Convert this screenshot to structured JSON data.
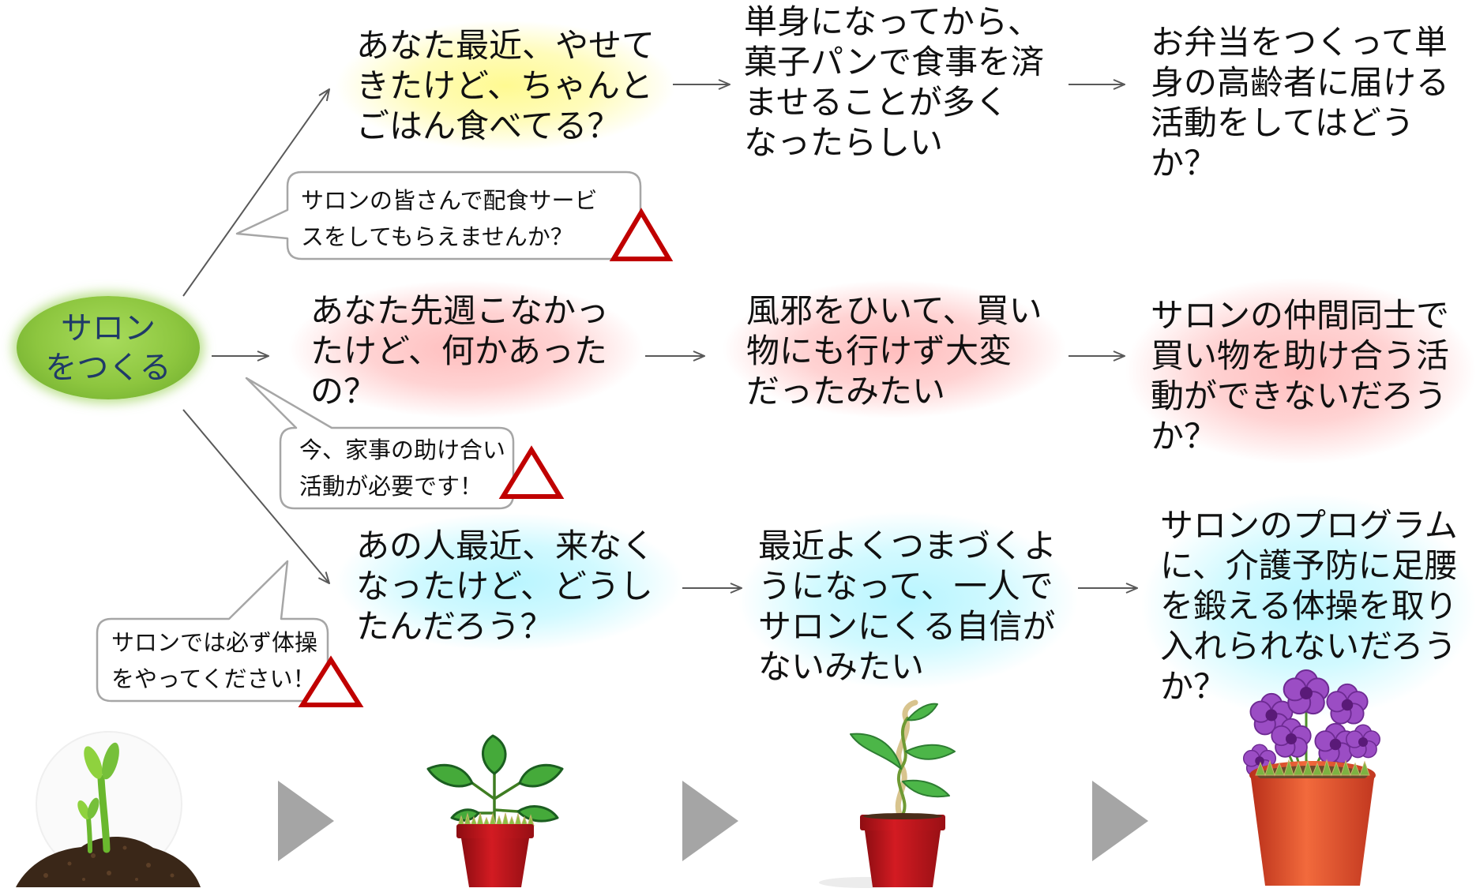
{
  "start_node": {
    "lines": [
      "サロン",
      "をつくる"
    ]
  },
  "rows": [
    {
      "question": {
        "lines": [
          "あなた最近、やせて",
          "きたけど、ちゃんと",
          "ごはん食べてる？"
        ]
      },
      "situation": {
        "lines": [
          "単身になってから、",
          "菓子パンで食事を済",
          "ませることが多く",
          "なったらしい"
        ]
      },
      "idea": {
        "lines": [
          "お弁当をつくって単",
          "身の高齢者に届ける",
          "活動をしてはどう",
          "か？"
        ]
      }
    },
    {
      "question": {
        "lines": [
          "あなた先週こなかっ",
          "たけど、何かあった",
          "の？"
        ]
      },
      "situation": {
        "lines": [
          "風邪をひいて、買い",
          "物にも行けず大変",
          "だったみたい"
        ]
      },
      "idea": {
        "lines": [
          "サロンの仲間同士で",
          "買い物を助け合う活",
          "動ができないだろう",
          "か？"
        ]
      }
    },
    {
      "question": {
        "lines": [
          "あの人最近、来なく",
          "なったけど、どうし",
          "たんだろう？"
        ]
      },
      "situation": {
        "lines": [
          "最近よくつまづくよ",
          "うになって、一人で",
          "サロンにくる自信が",
          "ないみたい"
        ]
      },
      "idea": {
        "lines": [
          "サロンのプログラム",
          "に、介護予防に足腰",
          "を鍛える体操を取り",
          "入れられないだろう",
          "か？"
        ]
      }
    }
  ],
  "callouts": [
    {
      "lines": [
        "サロンの皆さんで配食サービ",
        "スをしてもらえませんか？"
      ],
      "icon": "warning-triangle-icon"
    },
    {
      "lines": [
        "今、家事の助け合い",
        "活動が必要です！"
      ],
      "icon": "warning-triangle-icon"
    },
    {
      "lines": [
        "サロンでは必ず体操",
        "をやってください！"
      ],
      "icon": "warning-triangle-icon"
    }
  ],
  "growth_stages": [
    {
      "icon": "sprout-icon"
    },
    {
      "icon": "young-potted-plant-icon"
    },
    {
      "icon": "climbing-potted-plant-icon"
    },
    {
      "icon": "flowering-potted-plant-icon"
    }
  ],
  "stage_arrow_icon": "play-triangle-icon",
  "colors": {
    "start_node_fill": "#8dc63f",
    "start_node_text": "#1f3a68",
    "arrow": "#595959",
    "highlight_yellow": "#fffa8c",
    "highlight_pink": "#ffbaba",
    "highlight_cyan": "#b4f4ff",
    "warning_red": "#c00000",
    "callout_border": "#a6a6a6",
    "stage_arrow": "#a5a5a5"
  }
}
